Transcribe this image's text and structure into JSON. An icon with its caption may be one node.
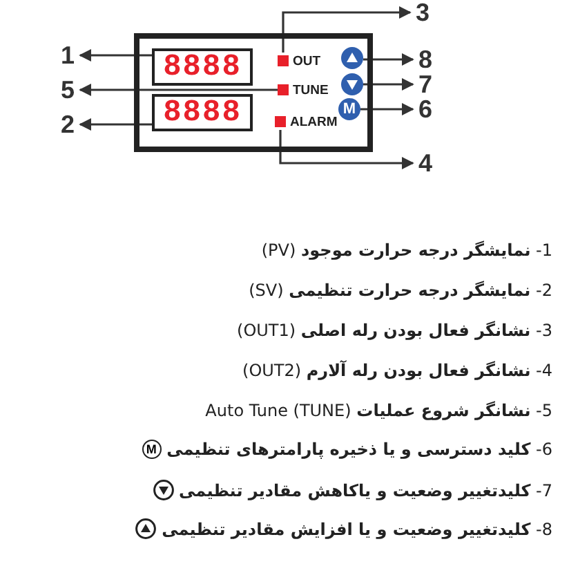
{
  "diagram": {
    "nodes": [
      {
        "text": [],
        "shape": "box"
      },
      {
        "text": [
          "8888"
        ],
        "in": 0
      },
      {
        "text": [
          "8888"
        ],
        "in": 0
      },
      {
        "text": [
          "OUT"
        ],
        "in": 0
      },
      {
        "text": [
          "TUNE"
        ],
        "in": 0
      },
      {
        "text": [
          "ALARM"
        ],
        "in": 0
      },
      {
        "text": [],
        "shape": "circle",
        "in": 0
      },
      {
        "text": [],
        "shape": "circle",
        "in": 0
      },
      {
        "text": [
          "M"
        ],
        "in": 0
      },
      {
        "text": [
          "3"
        ]
      },
      {
        "text": [
          "1"
        ]
      },
      {
        "text": [
          "8"
        ]
      },
      {
        "text": [
          "5"
        ]
      },
      {
        "text": [
          "7"
        ]
      },
      {
        "text": [
          "6"
        ]
      },
      {
        "text": [
          "2"
        ]
      },
      {
        "text": [
          "4"
        ]
      }
    ],
    "edges": [
      {
        "from": 3,
        "to": 9,
        "arrow": "to"
      },
      {
        "from": 1,
        "to": 10,
        "arrow": "to"
      },
      {
        "from": 6,
        "to": 11,
        "arrow": "to"
      },
      {
        "from": 4,
        "to": 12,
        "arrow": "to"
      },
      {
        "from": 7,
        "to": 13,
        "arrow": "to"
      },
      {
        "from": 8,
        "to": 14,
        "arrow": "to"
      },
      {
        "from": 2,
        "to": 15,
        "arrow": "to"
      },
      {
        "from": 5,
        "to": 16,
        "arrow": "to"
      }
    ],
    "labels": [
      "1- **نمایشگر درجه حرارت موجود** (PV)",
      "2- **نمایشگر درجه حرارت تنظیمی** (SV)",
      "3- **نشانگر فعال بودن رله اصلی** (OUT1)",
      "4- **نشانگر فعال بودن رله آلارم** (OUT2)",
      "5- **نشانگر شروع عملیات** Auto Tune (TUNE)",
      "6- **کلید دسترسی و یا ذخیره پارامترهای تنظیمی**",
      "M",
      "7- **کلید‌تغییر وضعیت و یا‌کاهش مقادیر تنظیمی**",
      "8- **کلید‌تغییر وضعیت و یا افزایش مقادیر تنظیمی**"
    ]
  }
}
